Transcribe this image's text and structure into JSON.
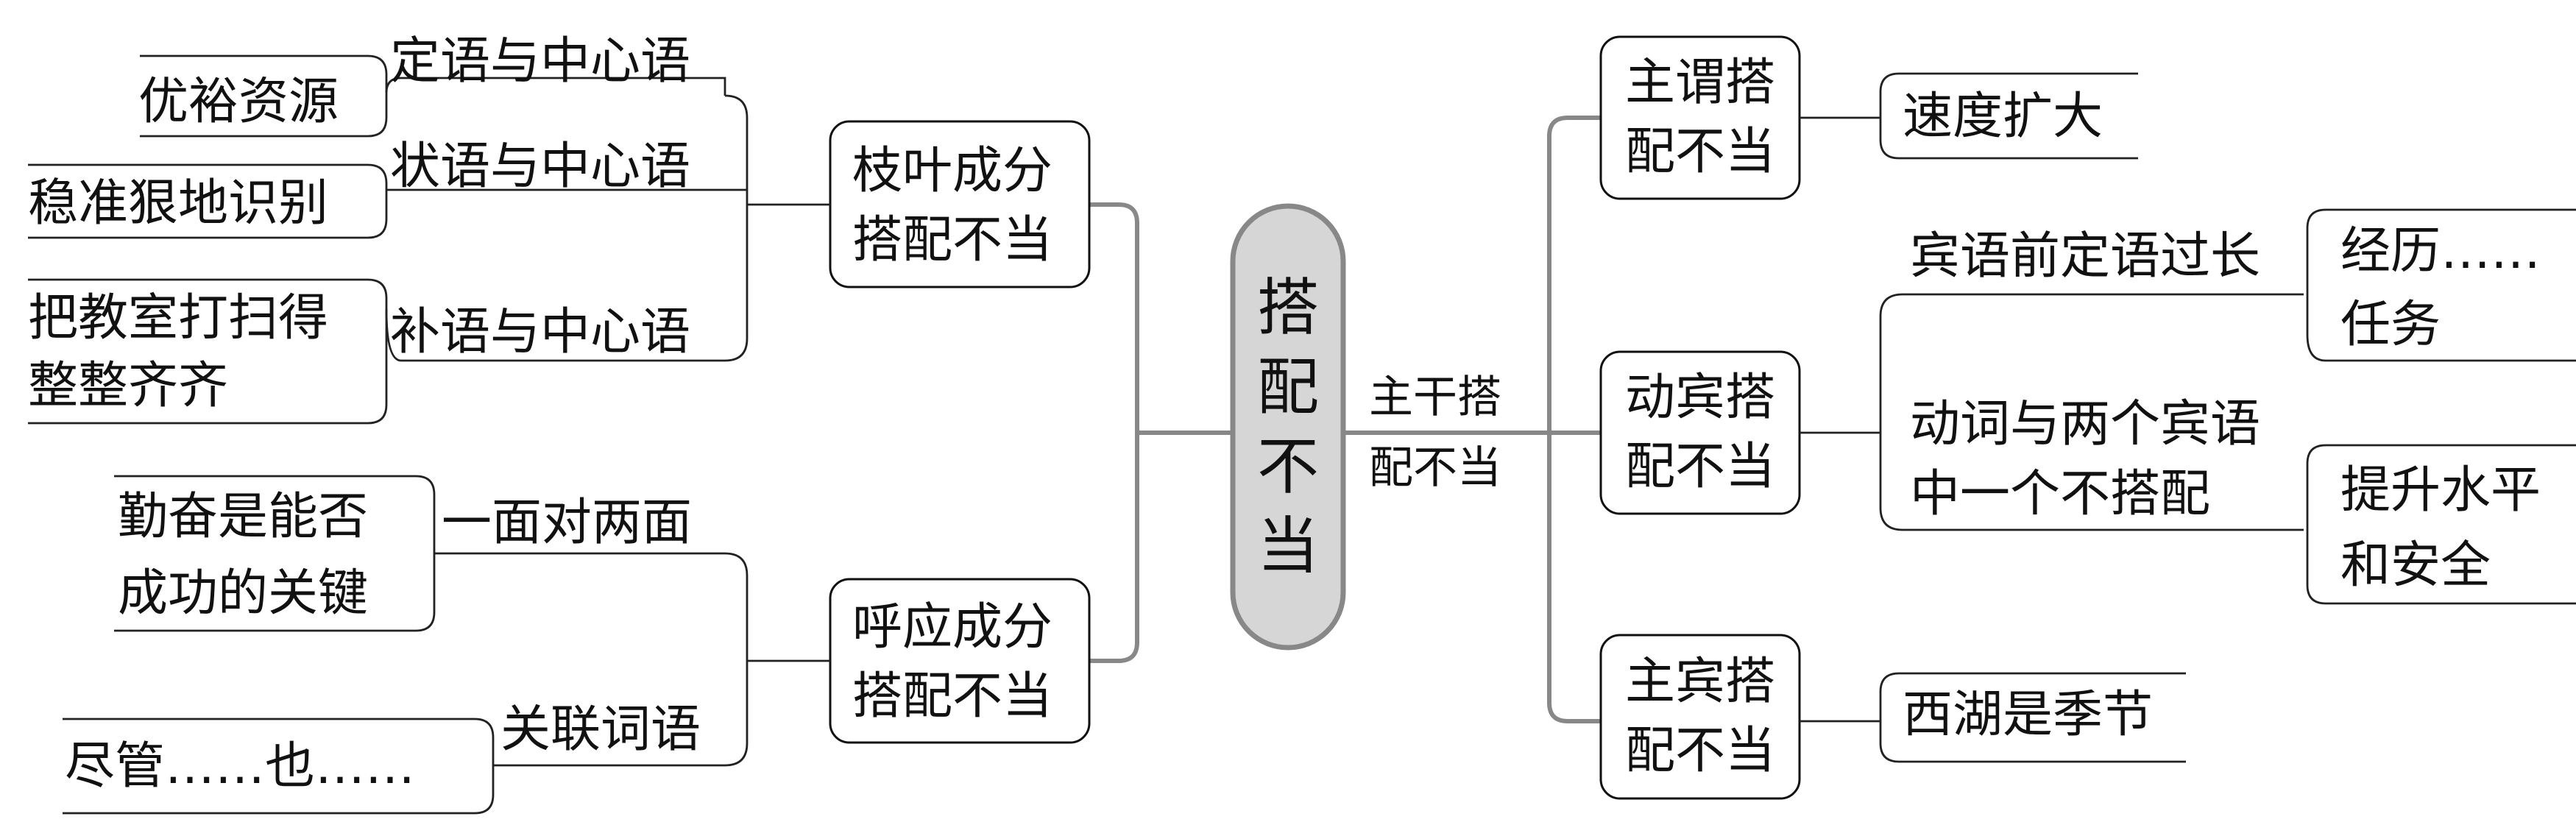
{
  "center": {
    "label": "搭配不当"
  },
  "main_trunk": {
    "label_lines": [
      "主干搭",
      "配不当"
    ],
    "branches": [
      {
        "label_lines": [
          "主谓搭",
          "配不当"
        ],
        "items": [
          {
            "example_lines": [
              "速度扩大"
            ]
          }
        ]
      },
      {
        "label_lines": [
          "动宾搭",
          "配不当"
        ],
        "items": [
          {
            "label_lines": [
              "宾语前定语过长"
            ],
            "example_lines": [
              "经历……",
              "任务"
            ]
          },
          {
            "label_lines": [
              "动词与两个宾语",
              "中一个不搭配"
            ],
            "example_lines": [
              "提升水平",
              "和安全"
            ]
          }
        ]
      },
      {
        "label_lines": [
          "主宾搭",
          "配不当"
        ],
        "items": [
          {
            "example_lines": [
              "西湖是季节"
            ]
          }
        ]
      }
    ]
  },
  "left_branches": [
    {
      "label_lines": [
        "枝叶成分",
        "搭配不当"
      ],
      "items": [
        {
          "label": "定语与中心语",
          "example_lines": [
            "优裕资源"
          ]
        },
        {
          "label": "状语与中心语",
          "example_lines": [
            "稳准狠地识别"
          ]
        },
        {
          "label": "补语与中心语",
          "example_lines": [
            "把教室打扫得",
            "整整齐齐"
          ]
        }
      ]
    },
    {
      "label_lines": [
        "呼应成分",
        "搭配不当"
      ],
      "items": [
        {
          "label": "一面对两面",
          "example_lines": [
            "勤奋是能否",
            "成功的关键"
          ]
        },
        {
          "label": "关联词语",
          "example_lines": [
            "尽管……也……"
          ]
        }
      ]
    }
  ]
}
